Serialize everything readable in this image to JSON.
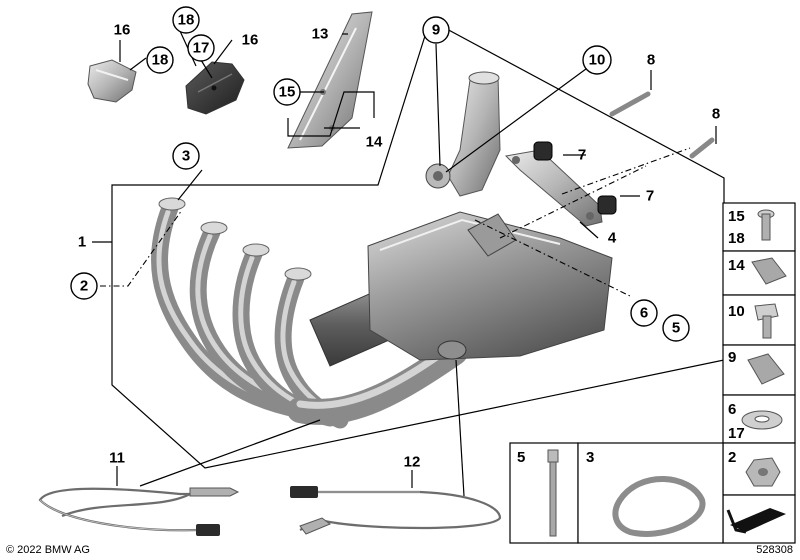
{
  "labels": {
    "l1": "1",
    "l2": "2",
    "l3": "3",
    "l4": "4",
    "l5": "5",
    "l6": "6",
    "l7a": "7",
    "l7b": "7",
    "l8a": "8",
    "l8b": "8",
    "l9": "9",
    "l10": "10",
    "l11": "11",
    "l12": "12",
    "l13": "13",
    "l14": "14",
    "l15": "15",
    "l16a": "16",
    "l16b": "16",
    "l17": "17",
    "l18a": "18",
    "l18b": "18"
  },
  "parts_table": {
    "r1a": "15",
    "r1b": "18",
    "r2": "14",
    "r3": "10",
    "r4": "9",
    "r5a": "6",
    "r5b": "17",
    "r6": "2",
    "b5": "5",
    "b3": "3"
  },
  "footer": {
    "copyright": "© 2022 BMW AG",
    "diagram_id": "528308"
  },
  "colors": {
    "metal_light": "#e6e6e6",
    "metal_mid": "#a9a9a9",
    "metal_dark": "#5e5e5e",
    "rubber": "#2b2b2b"
  }
}
